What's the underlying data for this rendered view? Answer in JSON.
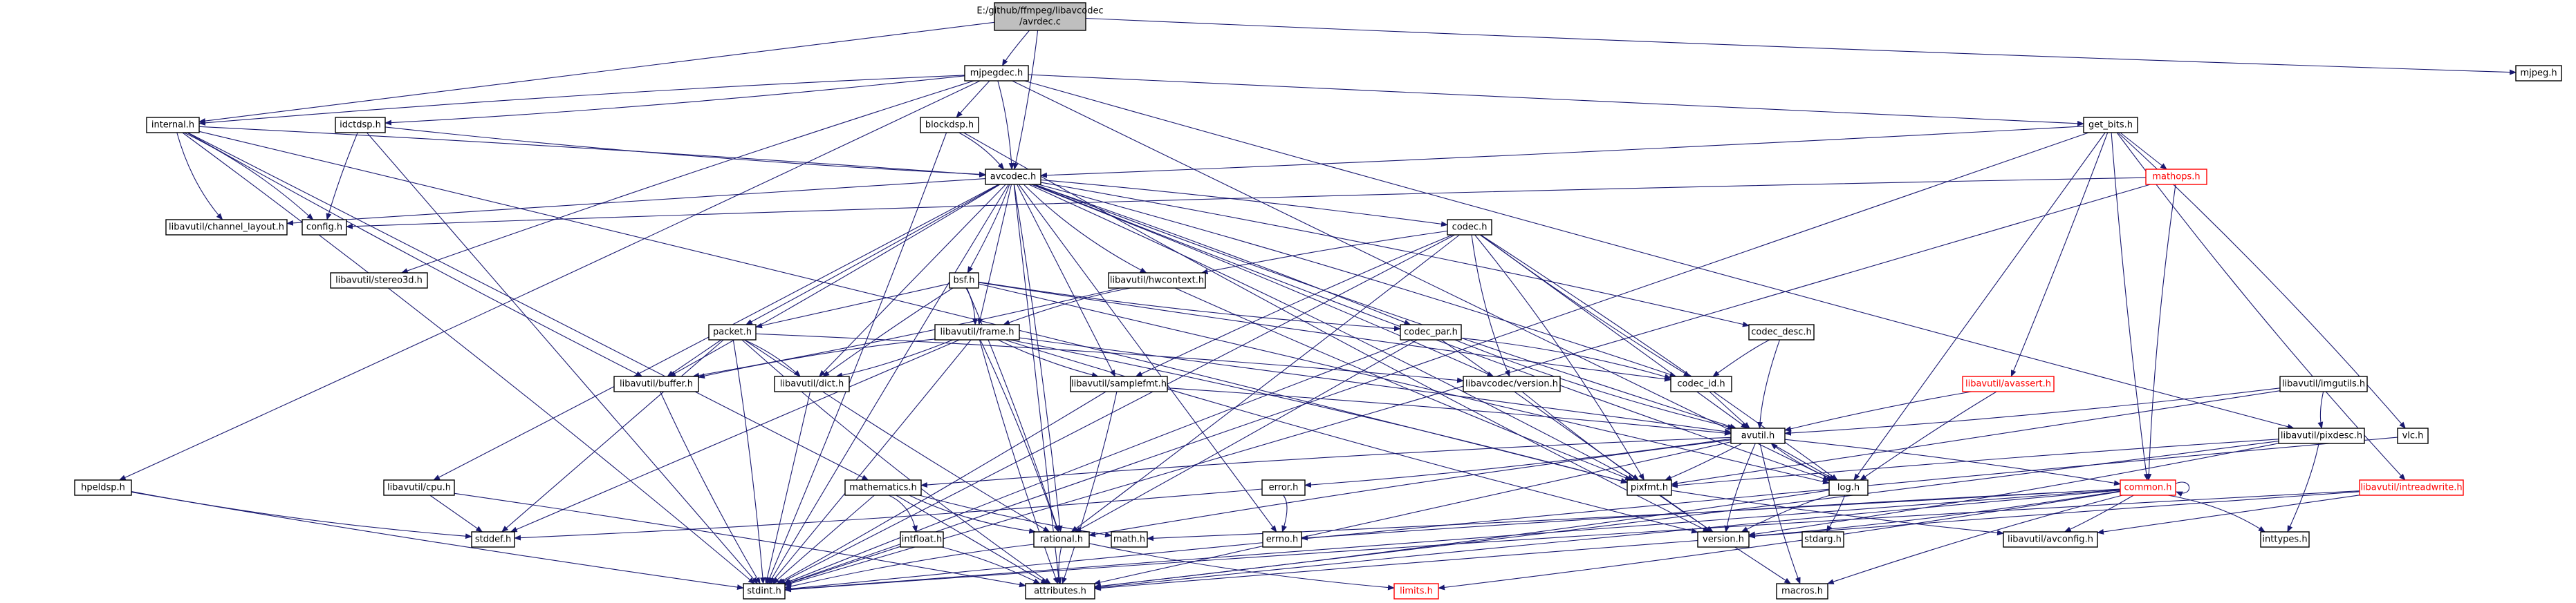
{
  "title_lines": [
    "E:/github/ffmpeg/libavcodec",
    "/avrdec.c"
  ],
  "nodes": [
    {
      "id": "root",
      "label": "E:/github/ffmpeg/libavcodec\n/avrdec.c",
      "kind": "root"
    },
    {
      "id": "mjpegdec",
      "label": "mjpegdec.h",
      "kind": "normal"
    },
    {
      "id": "mjpeg",
      "label": "mjpeg.h",
      "kind": "normal"
    },
    {
      "id": "internal",
      "label": "internal.h",
      "kind": "normal"
    },
    {
      "id": "idctdsp",
      "label": "idctdsp.h",
      "kind": "normal"
    },
    {
      "id": "blockdsp",
      "label": "blockdsp.h",
      "kind": "normal"
    },
    {
      "id": "get_bits",
      "label": "get_bits.h",
      "kind": "normal"
    },
    {
      "id": "avcodec",
      "label": "avcodec.h",
      "kind": "normal"
    },
    {
      "id": "mathops",
      "label": "mathops.h",
      "kind": "red"
    },
    {
      "id": "channel_layout",
      "label": "libavutil/channel_layout.h",
      "kind": "normal"
    },
    {
      "id": "config",
      "label": "config.h",
      "kind": "normal"
    },
    {
      "id": "codec",
      "label": "codec.h",
      "kind": "normal"
    },
    {
      "id": "stereo3d",
      "label": "libavutil/stereo3d.h",
      "kind": "normal"
    },
    {
      "id": "bsf",
      "label": "bsf.h",
      "kind": "normal"
    },
    {
      "id": "hwcontext",
      "label": "libavutil/hwcontext.h",
      "kind": "normal"
    },
    {
      "id": "packet",
      "label": "packet.h",
      "kind": "normal"
    },
    {
      "id": "frame",
      "label": "libavutil/frame.h",
      "kind": "normal"
    },
    {
      "id": "codec_par",
      "label": "codec_par.h",
      "kind": "normal"
    },
    {
      "id": "codec_desc",
      "label": "codec_desc.h",
      "kind": "normal"
    },
    {
      "id": "buffer",
      "label": "libavutil/buffer.h",
      "kind": "normal"
    },
    {
      "id": "dict",
      "label": "libavutil/dict.h",
      "kind": "normal"
    },
    {
      "id": "samplefmt",
      "label": "libavutil/samplefmt.h",
      "kind": "normal"
    },
    {
      "id": "libavcodec_version",
      "label": "libavcodec/version.h",
      "kind": "normal"
    },
    {
      "id": "codec_id",
      "label": "codec_id.h",
      "kind": "normal"
    },
    {
      "id": "avassert",
      "label": "libavutil/avassert.h",
      "kind": "red"
    },
    {
      "id": "imgutils",
      "label": "libavutil/imgutils.h",
      "kind": "normal"
    },
    {
      "id": "vlc",
      "label": "vlc.h",
      "kind": "normal"
    },
    {
      "id": "avutil",
      "label": "avutil.h",
      "kind": "normal"
    },
    {
      "id": "pixdesc",
      "label": "libavutil/pixdesc.h",
      "kind": "normal"
    },
    {
      "id": "intreadwrite",
      "label": "libavutil/intreadwrite.h",
      "kind": "red"
    },
    {
      "id": "hpeldsp",
      "label": "hpeldsp.h",
      "kind": "normal"
    },
    {
      "id": "cpu",
      "label": "libavutil/cpu.h",
      "kind": "normal"
    },
    {
      "id": "mathematics",
      "label": "mathematics.h",
      "kind": "normal"
    },
    {
      "id": "error",
      "label": "error.h",
      "kind": "normal"
    },
    {
      "id": "pixfmt",
      "label": "pixfmt.h",
      "kind": "normal"
    },
    {
      "id": "log",
      "label": "log.h",
      "kind": "normal"
    },
    {
      "id": "common",
      "label": "common.h",
      "kind": "red"
    },
    {
      "id": "stddef",
      "label": "stddef.h",
      "kind": "normal"
    },
    {
      "id": "intfloat",
      "label": "intfloat.h",
      "kind": "normal"
    },
    {
      "id": "rational",
      "label": "rational.h",
      "kind": "normal"
    },
    {
      "id": "math",
      "label": "math.h",
      "kind": "normal"
    },
    {
      "id": "errno",
      "label": "errno.h",
      "kind": "normal"
    },
    {
      "id": "version",
      "label": "version.h",
      "kind": "normal"
    },
    {
      "id": "stdarg",
      "label": "stdarg.h",
      "kind": "normal"
    },
    {
      "id": "avconfig",
      "label": "libavutil/avconfig.h",
      "kind": "normal"
    },
    {
      "id": "inttypes",
      "label": "inttypes.h",
      "kind": "normal"
    },
    {
      "id": "stdint",
      "label": "stdint.h",
      "kind": "normal"
    },
    {
      "id": "attributes",
      "label": "attributes.h",
      "kind": "normal"
    },
    {
      "id": "limits",
      "label": "limits.h",
      "kind": "red"
    },
    {
      "id": "macros",
      "label": "macros.h",
      "kind": "normal"
    }
  ],
  "edges": [
    [
      "root",
      "mjpegdec"
    ],
    [
      "root",
      "mjpeg"
    ],
    [
      "root",
      "internal"
    ],
    [
      "root",
      "avcodec"
    ],
    [
      "mjpegdec",
      "internal"
    ],
    [
      "mjpegdec",
      "idctdsp"
    ],
    [
      "mjpegdec",
      "blockdsp"
    ],
    [
      "mjpegdec",
      "get_bits"
    ],
    [
      "mjpegdec",
      "avcodec"
    ],
    [
      "mjpegdec",
      "stereo3d"
    ],
    [
      "mjpegdec",
      "hpeldsp"
    ],
    [
      "mjpegdec",
      "pixdesc"
    ],
    [
      "mjpegdec",
      "log"
    ],
    [
      "internal",
      "avcodec"
    ],
    [
      "internal",
      "config"
    ],
    [
      "internal",
      "channel_layout"
    ],
    [
      "internal",
      "buffer"
    ],
    [
      "internal",
      "mathematics"
    ],
    [
      "internal",
      "pixfmt"
    ],
    [
      "internal",
      "stdint"
    ],
    [
      "idctdsp",
      "avcodec"
    ],
    [
      "idctdsp",
      "config"
    ],
    [
      "idctdsp",
      "stdint"
    ],
    [
      "blockdsp",
      "avcodec"
    ],
    [
      "blockdsp",
      "stdint"
    ],
    [
      "blockdsp",
      "version"
    ],
    [
      "get_bits",
      "avcodec"
    ],
    [
      "get_bits",
      "mathops"
    ],
    [
      "get_bits",
      "avassert"
    ],
    [
      "get_bits",
      "vlc"
    ],
    [
      "get_bits",
      "intreadwrite"
    ],
    [
      "get_bits",
      "common"
    ],
    [
      "get_bits",
      "log"
    ],
    [
      "get_bits",
      "stdint"
    ],
    [
      "mathops",
      "config"
    ],
    [
      "mathops",
      "common"
    ],
    [
      "mathops",
      "stdint"
    ],
    [
      "avcodec",
      "channel_layout"
    ],
    [
      "avcodec",
      "codec"
    ],
    [
      "avcodec",
      "bsf"
    ],
    [
      "avcodec",
      "hwcontext"
    ],
    [
      "avcodec",
      "packet"
    ],
    [
      "avcodec",
      "frame"
    ],
    [
      "avcodec",
      "codec_par"
    ],
    [
      "avcodec",
      "codec_desc"
    ],
    [
      "avcodec",
      "buffer"
    ],
    [
      "avcodec",
      "dict"
    ],
    [
      "avcodec",
      "samplefmt"
    ],
    [
      "avcodec",
      "libavcodec_version"
    ],
    [
      "avcodec",
      "codec_id"
    ],
    [
      "avcodec",
      "avutil"
    ],
    [
      "avcodec",
      "cpu"
    ],
    [
      "avcodec",
      "attributes"
    ],
    [
      "avcodec",
      "rational"
    ],
    [
      "avcodec",
      "pixfmt"
    ],
    [
      "avcodec",
      "log"
    ],
    [
      "avcodec",
      "stdint"
    ],
    [
      "avcodec",
      "errno"
    ],
    [
      "codec",
      "hwcontext"
    ],
    [
      "codec",
      "samplefmt"
    ],
    [
      "codec",
      "libavcodec_version"
    ],
    [
      "codec",
      "codec_id"
    ],
    [
      "codec",
      "avutil"
    ],
    [
      "codec",
      "log"
    ],
    [
      "codec",
      "pixfmt"
    ],
    [
      "codec",
      "rational"
    ],
    [
      "codec",
      "stdint"
    ],
    [
      "bsf",
      "packet"
    ],
    [
      "bsf",
      "frame"
    ],
    [
      "bsf",
      "dict"
    ],
    [
      "bsf",
      "codec_par"
    ],
    [
      "bsf",
      "codec_id"
    ],
    [
      "bsf",
      "log"
    ],
    [
      "bsf",
      "rational"
    ],
    [
      "hwcontext",
      "frame"
    ],
    [
      "hwcontext",
      "buffer"
    ],
    [
      "hwcontext",
      "pixfmt"
    ],
    [
      "packet",
      "buffer"
    ],
    [
      "packet",
      "dict"
    ],
    [
      "packet",
      "libavcodec_version"
    ],
    [
      "packet",
      "attributes"
    ],
    [
      "packet",
      "rational"
    ],
    [
      "packet",
      "stddef"
    ],
    [
      "packet",
      "stdint"
    ],
    [
      "frame",
      "buffer"
    ],
    [
      "frame",
      "dict"
    ],
    [
      "frame",
      "samplefmt"
    ],
    [
      "frame",
      "avutil"
    ],
    [
      "frame",
      "rational"
    ],
    [
      "frame",
      "pixfmt"
    ],
    [
      "frame",
      "version"
    ],
    [
      "frame",
      "attributes"
    ],
    [
      "frame",
      "stddef"
    ],
    [
      "frame",
      "stdint"
    ],
    [
      "codec_par",
      "codec_id"
    ],
    [
      "codec_par",
      "avutil"
    ],
    [
      "codec_par",
      "rational"
    ],
    [
      "codec_par",
      "pixfmt"
    ],
    [
      "codec_par",
      "stdint"
    ],
    [
      "codec_desc",
      "codec_id"
    ],
    [
      "codec_desc",
      "avutil"
    ],
    [
      "buffer",
      "stdint"
    ],
    [
      "dict",
      "stdint"
    ],
    [
      "samplefmt",
      "avutil"
    ],
    [
      "samplefmt",
      "attributes"
    ],
    [
      "samplefmt",
      "stdint"
    ],
    [
      "libavcodec_version",
      "version"
    ],
    [
      "codec_id",
      "avutil"
    ],
    [
      "avassert",
      "avutil"
    ],
    [
      "avassert",
      "log"
    ],
    [
      "imgutils",
      "avutil"
    ],
    [
      "imgutils",
      "pixdesc"
    ],
    [
      "imgutils",
      "pixfmt"
    ],
    [
      "vlc",
      "stdint"
    ],
    [
      "avutil",
      "mathematics"
    ],
    [
      "avutil",
      "error"
    ],
    [
      "avutil",
      "pixfmt"
    ],
    [
      "avutil",
      "log"
    ],
    [
      "avutil",
      "common"
    ],
    [
      "avutil",
      "rational"
    ],
    [
      "avutil",
      "version"
    ],
    [
      "avutil",
      "macros"
    ],
    [
      "avutil",
      "attributes"
    ],
    [
      "pixdesc",
      "pixfmt"
    ],
    [
      "pixdesc",
      "inttypes"
    ],
    [
      "pixdesc",
      "version"
    ],
    [
      "pixdesc",
      "attributes"
    ],
    [
      "intreadwrite",
      "avconfig"
    ],
    [
      "intreadwrite",
      "attributes"
    ],
    [
      "intreadwrite",
      "stdint"
    ],
    [
      "hpeldsp",
      "stddef"
    ],
    [
      "hpeldsp",
      "stdint"
    ],
    [
      "cpu",
      "stddef"
    ],
    [
      "cpu",
      "attributes"
    ],
    [
      "mathematics",
      "intfloat"
    ],
    [
      "mathematics",
      "rational"
    ],
    [
      "mathematics",
      "math"
    ],
    [
      "mathematics",
      "attributes"
    ],
    [
      "mathematics",
      "stdint"
    ],
    [
      "error",
      "errno"
    ],
    [
      "error",
      "stddef"
    ],
    [
      "pixfmt",
      "avconfig"
    ],
    [
      "pixfmt",
      "version"
    ],
    [
      "log",
      "stdarg"
    ],
    [
      "log",
      "version"
    ],
    [
      "log",
      "attributes"
    ],
    [
      "log",
      "avutil"
    ],
    [
      "common",
      "common"
    ],
    [
      "common",
      "errno"
    ],
    [
      "common",
      "inttypes"
    ],
    [
      "common",
      "limits"
    ],
    [
      "common",
      "math"
    ],
    [
      "common",
      "stdint"
    ],
    [
      "common",
      "attributes"
    ],
    [
      "common",
      "macros"
    ],
    [
      "common",
      "version"
    ],
    [
      "common",
      "avconfig"
    ],
    [
      "intfloat",
      "stdint"
    ],
    [
      "intfloat",
      "attributes"
    ],
    [
      "rational",
      "stdint"
    ],
    [
      "rational",
      "limits"
    ],
    [
      "rational",
      "attributes"
    ],
    [
      "version",
      "macros"
    ]
  ]
}
